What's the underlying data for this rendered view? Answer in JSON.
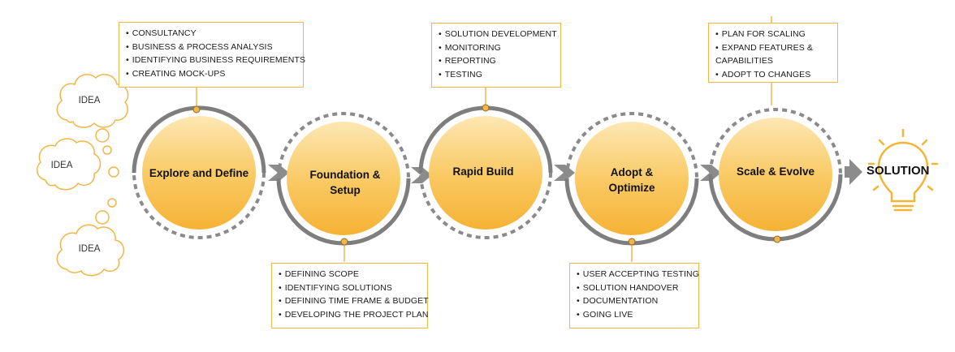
{
  "ideas": [
    "IDEA",
    "IDEA",
    "IDEA"
  ],
  "phases": [
    {
      "label": "Explore and Define",
      "box_items": [
        "CONSULTANCY",
        "BUSINESS & PROCESS ANALYSIS",
        "IDENTIFYING BUSINESS REQUIREMENTS",
        "CREATING MOCK-UPS"
      ]
    },
    {
      "label": "Foundation & Setup",
      "box_items": [
        "DEFINING SCOPE",
        "IDENTIFYING SOLUTIONS",
        "DEFINING TIME FRAME & BUDGET",
        "DEVELOPING THE PROJECT PLAN"
      ]
    },
    {
      "label": "Rapid Build",
      "box_items": [
        "SOLUTION DEVELOPMENT",
        "MONITORING",
        "REPORTING",
        "TESTING"
      ]
    },
    {
      "label": "Adopt & Optimize",
      "box_items": [
        "USER ACCEPTING TESTING",
        "SOLUTION HANDOVER",
        "DOCUMENTATION",
        "GOING LIVE"
      ]
    },
    {
      "label": "Scale & Evolve",
      "box_items": [
        "PLAN FOR SCALING",
        "EXPAND FEATURES & CAPABILITIES",
        "ADOPT TO CHANGES"
      ]
    }
  ],
  "solution": "SOLUTION",
  "colors": {
    "accent": "#f2b54a",
    "circle_light": "#fde3a6",
    "circle_dark": "#f6b63e",
    "ring": "#8a8a8a",
    "arrow": "#8c8c8c",
    "bulb": "#f5b534"
  }
}
